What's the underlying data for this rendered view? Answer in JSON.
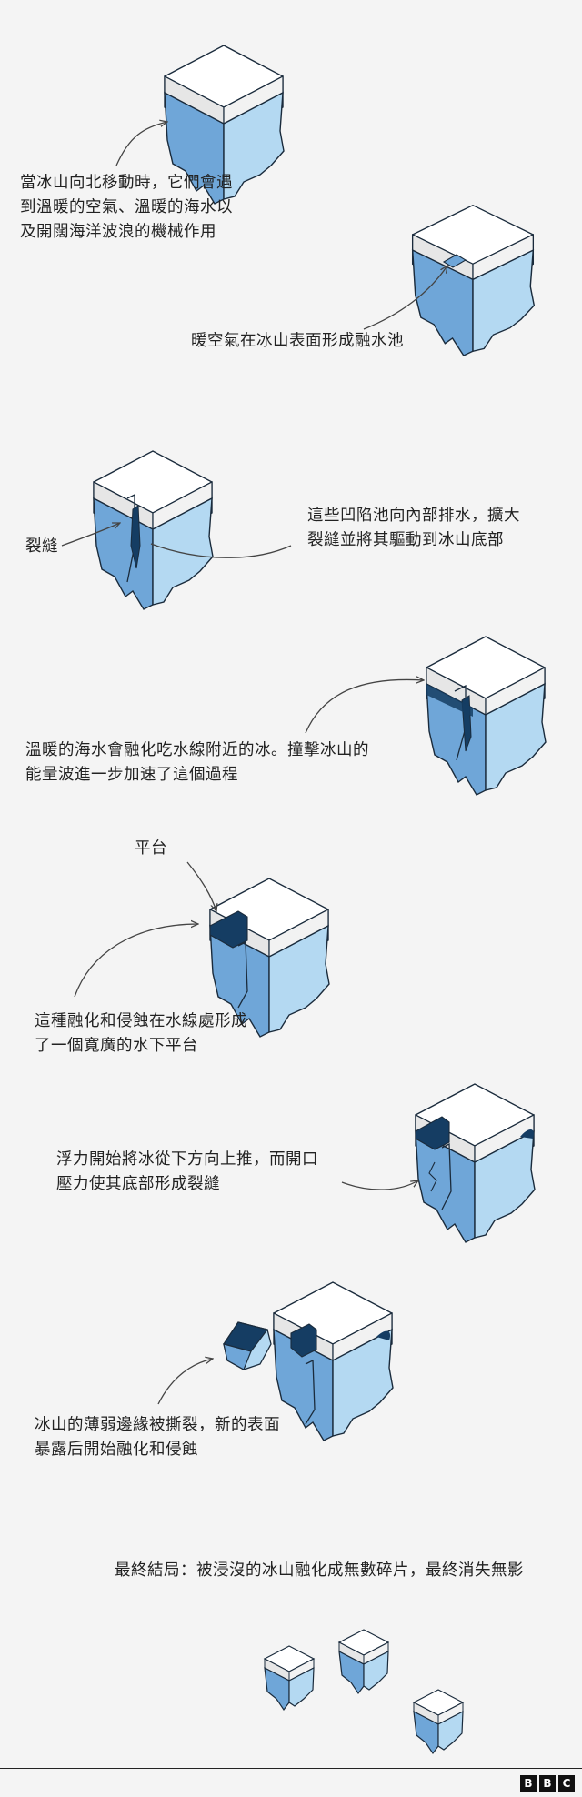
{
  "colors": {
    "background": "#f4f4f4",
    "ice_top": "#ffffff",
    "ice_side_mid": "#6fa6d8",
    "ice_side_light": "#b4d9f2",
    "ice_dark": "#153d63",
    "outline": "#1a2b3c"
  },
  "steps": [
    {
      "id": "step1",
      "caption": "當冰山向北移動時，它們會遇\n到溫暖的空氣、溫暖的海水以\n及開闊海洋波浪的機械作用"
    },
    {
      "id": "step2",
      "caption": "暖空氣在冰山表面形成融水池"
    },
    {
      "id": "step3",
      "label": "裂縫",
      "caption": "這些凹陷池向內部排水，擴大\n裂縫並將其驅動到冰山底部"
    },
    {
      "id": "step4",
      "caption": "溫暖的海水會融化吃水線附近的冰。撞擊冰山的\n能量波進一步加速了這個過程"
    },
    {
      "id": "step5",
      "label": "平台",
      "caption": "這種融化和侵蝕在水線處形成\n了一個寬廣的水下平台"
    },
    {
      "id": "step6",
      "caption": "浮力開始將冰從下方向上推，而開口\n壓力使其底部形成裂縫"
    },
    {
      "id": "step7",
      "caption": "冰山的薄弱邊緣被撕裂，新的表面\n暴露后開始融化和侵蝕"
    },
    {
      "id": "step8",
      "caption": "最終結局：被浸沒的冰山融化成無數碎片，最終消失無影"
    }
  ],
  "logo": {
    "letters": [
      "B",
      "B",
      "C"
    ]
  }
}
